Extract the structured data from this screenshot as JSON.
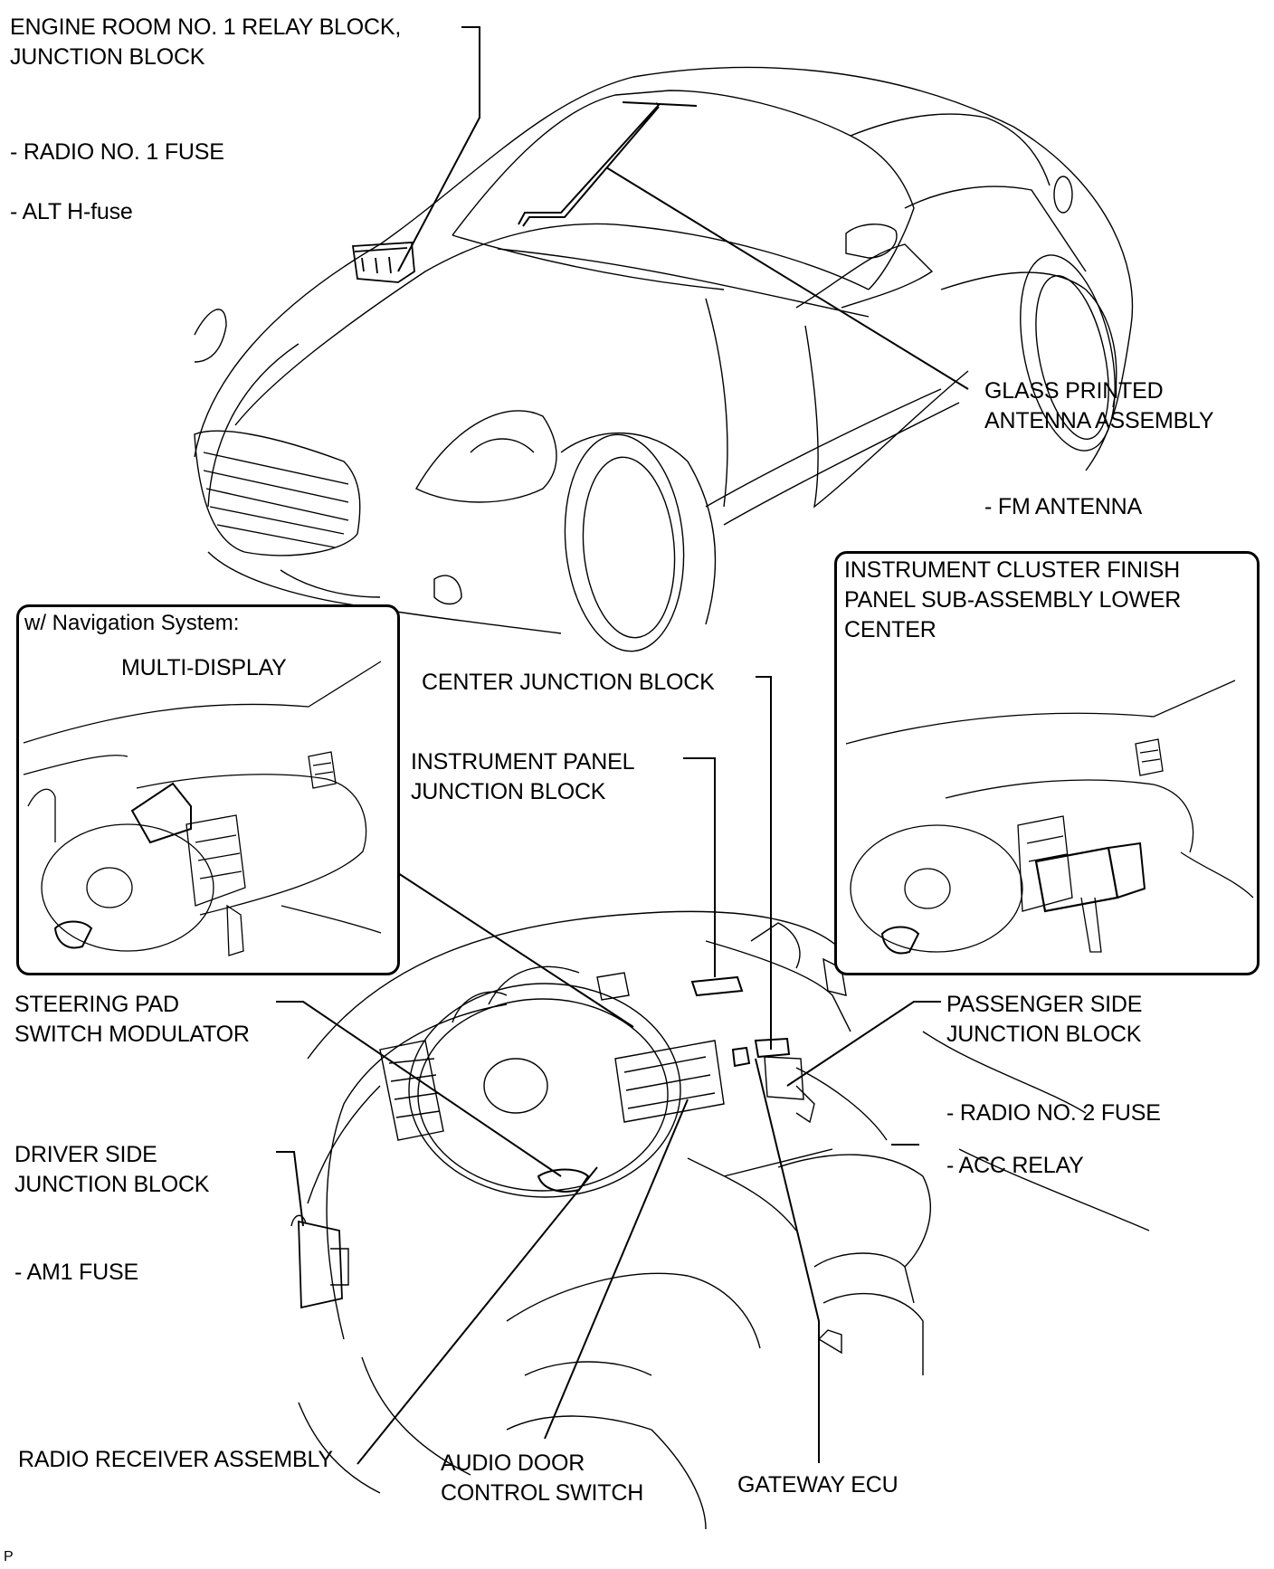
{
  "diagram": {
    "type": "component-location",
    "subject": "Audio system parts location (coupe/convertible vehicle)",
    "callouts": [
      {
        "id": "engine_room",
        "lines": [
          "ENGINE ROOM NO. 1 RELAY BLOCK,",
          "JUNCTION BLOCK"
        ],
        "sub_items": [
          "- RADIO NO. 1 FUSE",
          "- ALT H-fuse"
        ]
      },
      {
        "id": "glass_antenna",
        "lines": [
          "GLASS PRINTED",
          "ANTENNA ASSEMBLY"
        ],
        "sub_items": [
          "- FM ANTENNA"
        ]
      },
      {
        "id": "cluster_finish",
        "lines": [
          "INSTRUMENT CLUSTER FINISH",
          "PANEL SUB-ASSEMBLY LOWER",
          "CENTER"
        ]
      },
      {
        "id": "multi_display",
        "lines": [
          "MULTI-DISPLAY"
        ]
      },
      {
        "id": "center_jb",
        "lines": [
          "CENTER JUNCTION BLOCK"
        ]
      },
      {
        "id": "ip_jb",
        "lines": [
          "INSTRUMENT PANEL",
          "JUNCTION BLOCK"
        ]
      },
      {
        "id": "steering_pad",
        "lines": [
          "STEERING PAD",
          "SWITCH MODULATOR"
        ]
      },
      {
        "id": "passenger_jb",
        "lines": [
          "PASSENGER SIDE",
          "JUNCTION BLOCK"
        ],
        "sub_items": [
          "- RADIO NO. 2 FUSE",
          "- ACC RELAY"
        ]
      },
      {
        "id": "driver_jb",
        "lines": [
          "DRIVER SIDE",
          "JUNCTION BLOCK"
        ],
        "sub_items": [
          "- AM1 FUSE"
        ]
      },
      {
        "id": "radio_receiver",
        "lines": [
          "RADIO RECEIVER ASSEMBLY"
        ]
      },
      {
        "id": "audio_door",
        "lines": [
          "AUDIO DOOR",
          "CONTROL SWITCH"
        ]
      },
      {
        "id": "gateway",
        "lines": [
          "GATEWAY ECU"
        ]
      }
    ],
    "inset_nav": {
      "title": "w/ Navigation System:"
    },
    "footer_code": "P"
  }
}
